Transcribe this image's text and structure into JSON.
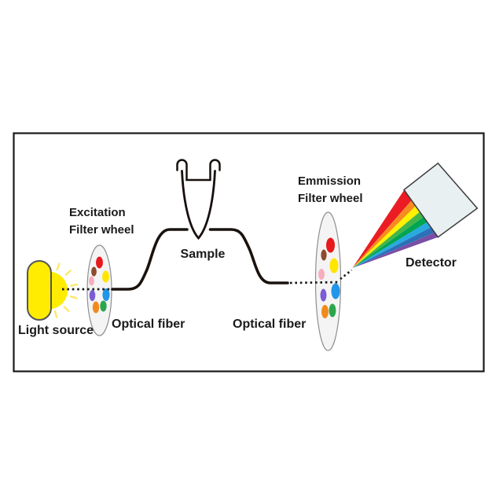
{
  "labels": {
    "light_source": "Light source",
    "excitation_wheel_line1": "Excitation",
    "excitation_wheel_line2": "Filter wheel",
    "sample": "Sample",
    "optical_fiber_left": "Optical fiber",
    "optical_fiber_right": "Optical fiber",
    "emission_wheel_line1": "Emmission",
    "emission_wheel_line2": "Filter wheel",
    "detector": "Detector"
  },
  "colors": {
    "filter_dots": {
      "red": "#e8191c",
      "brown": "#8f4a2e",
      "yellow": "#ffe600",
      "pink": "#f5aec0",
      "purple": "#7a5cd6",
      "blue": "#2095e9",
      "orange": "#f18a1d",
      "green": "#2ca64d"
    },
    "rainbow": [
      "#ec1c24",
      "#f68b1f",
      "#fff100",
      "#44b649",
      "#00a551",
      "#28aae1",
      "#2b70b8",
      "#794fa5"
    ],
    "light_source_yellow": "#ffec00",
    "glow_ray_yellow": "#fce96a",
    "wheel_fill": "#f4f4f4",
    "detector_fill": "#e9f0f2",
    "line_black": "#1a120e"
  }
}
